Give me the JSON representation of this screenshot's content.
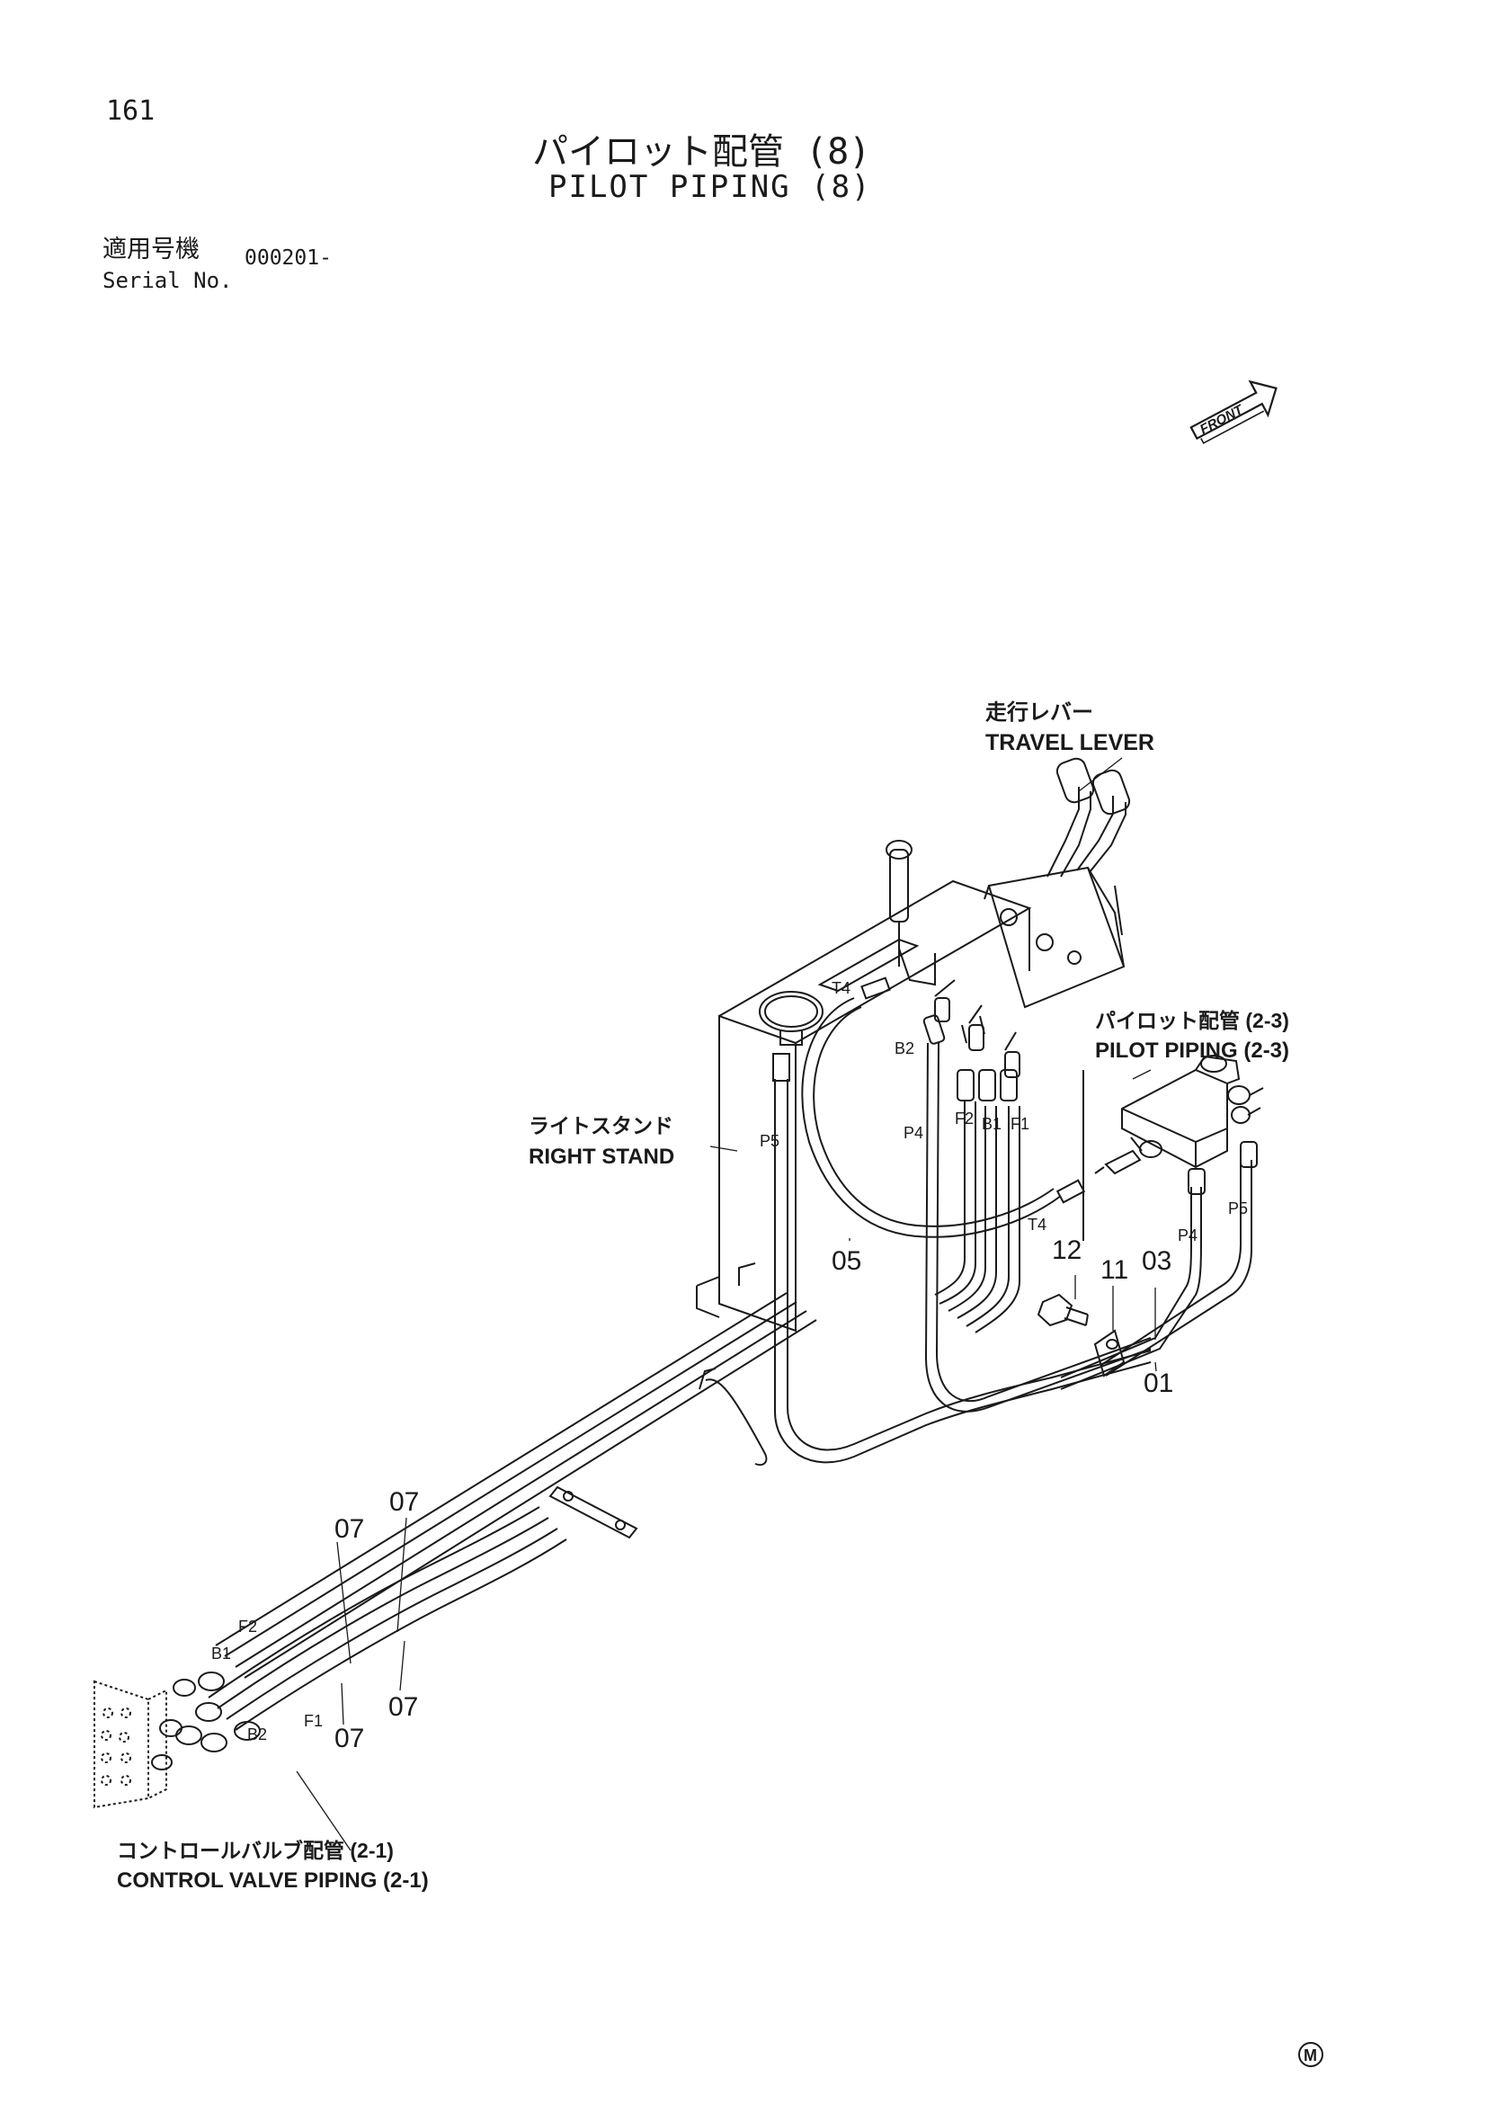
{
  "header": {
    "page_number": "161",
    "title_jp": "パイロット配管 (8)",
    "title_en": "PILOT PIPING (8)",
    "serial_label_jp": "適用号機",
    "serial_label_en": "Serial No.",
    "serial_value": "000201-"
  },
  "front_badge": "FRONT",
  "callouts": {
    "travel_lever_jp": "走行レバー",
    "travel_lever_en": "TRAVEL LEVER",
    "pilot_piping_jp": "パイロット配管 (2-3)",
    "pilot_piping_en": "PILOT PIPING (2-3)",
    "right_stand_jp": "ライトスタンド",
    "right_stand_en": "RIGHT STAND",
    "control_valve_jp": "コントロールバルブ配管 (2-1)",
    "control_valve_en": "CONTROL VALVE PIPING (2-1)"
  },
  "part_numbers": {
    "p01": "01",
    "p03": "03",
    "p05": "05",
    "p07": "07",
    "p11": "11",
    "p12": "12"
  },
  "port_labels": {
    "t4": "T4",
    "b2": "B2",
    "p4": "P4",
    "f2": "F2",
    "b1": "B1",
    "f1": "F1",
    "p5": "P5"
  },
  "corner_mark": "M"
}
